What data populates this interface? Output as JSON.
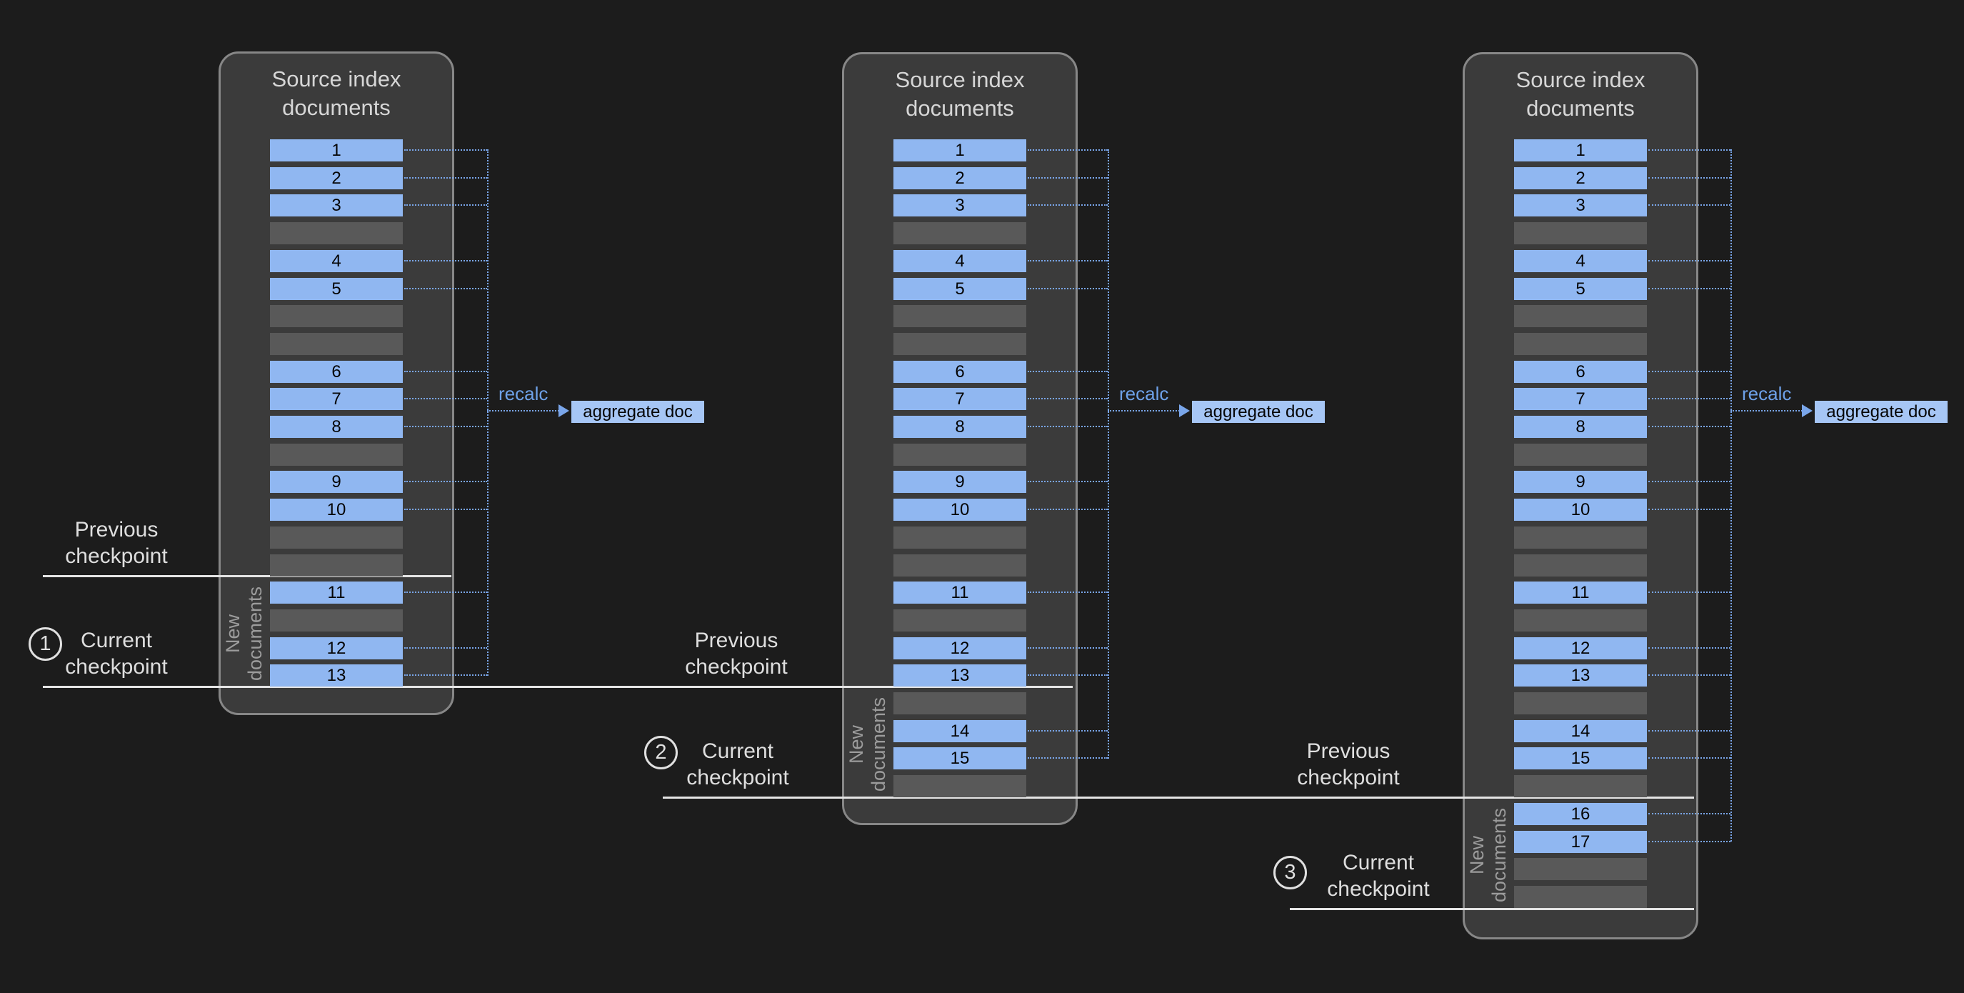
{
  "colors": {
    "background": "#1c1c1c",
    "panel_fill": "#3b3b3b",
    "panel_border": "#878787",
    "document_row_blue": "#90b7f1",
    "empty_row_gray": "#595959",
    "connector_blue": "#7aa6ea",
    "aggregate_box_blue": "#a6c6f5",
    "checkpoint_line_white": "#e4e4e4",
    "label_text": "#dedede"
  },
  "panels": [
    {
      "title_line1": "Source index",
      "title_line2": "documents",
      "new_documents_line1": "New",
      "new_documents_line2": "documents",
      "recalc_label": "recalc",
      "aggregate_label": "aggregate doc",
      "rows": [
        "1",
        "2",
        "3",
        "",
        "4",
        "5",
        "",
        "",
        "6",
        "7",
        "8",
        "",
        "9",
        "10",
        "",
        "",
        "11",
        "",
        "12",
        "13"
      ]
    },
    {
      "title_line1": "Source index",
      "title_line2": "documents",
      "new_documents_line1": "New",
      "new_documents_line2": "documents",
      "recalc_label": "recalc",
      "aggregate_label": "aggregate doc",
      "rows": [
        "1",
        "2",
        "3",
        "",
        "4",
        "5",
        "",
        "",
        "6",
        "7",
        "8",
        "",
        "9",
        "10",
        "",
        "",
        "11",
        "",
        "12",
        "13",
        "",
        "14",
        "15",
        ""
      ]
    },
    {
      "title_line1": "Source index",
      "title_line2": "documents",
      "new_documents_line1": "New",
      "new_documents_line2": "documents",
      "recalc_label": "recalc",
      "aggregate_label": "aggregate doc",
      "rows": [
        "1",
        "2",
        "3",
        "",
        "4",
        "5",
        "",
        "",
        "6",
        "7",
        "8",
        "",
        "9",
        "10",
        "",
        "",
        "11",
        "",
        "12",
        "13",
        "",
        "14",
        "15",
        "",
        "16",
        "17",
        "",
        ""
      ]
    }
  ],
  "checkpoint_labels": {
    "previous_line1": "Previous",
    "previous_line2": "checkpoint",
    "current_line1": "Current",
    "current_line2": "checkpoint"
  },
  "checkpoint_numbers": [
    "1",
    "2",
    "3"
  ]
}
